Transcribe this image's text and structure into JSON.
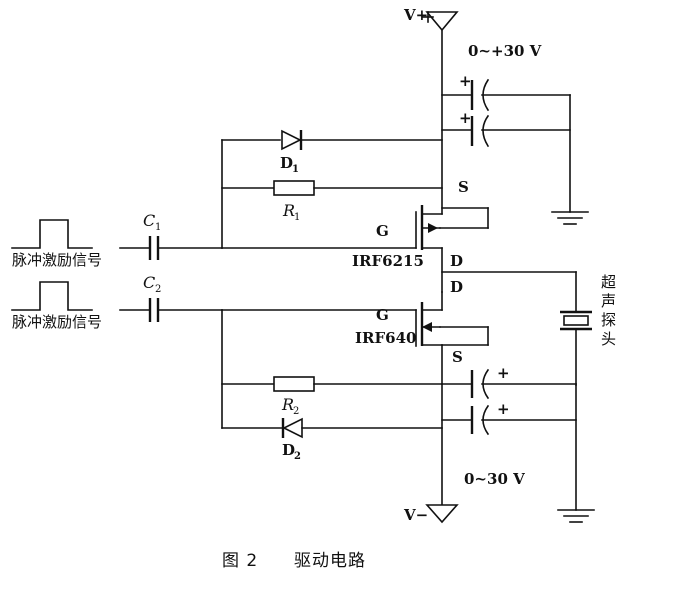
{
  "labels": {
    "v_plus": "V+",
    "v_minus": "V−",
    "supply_pos": "0~+30 V",
    "supply_neg": "0~30 V",
    "plus": "+",
    "d1": "D",
    "d1_sub": "1",
    "d2": "D",
    "d2_sub": "2",
    "r1": "R",
    "r1_sub": "1",
    "r2": "R",
    "r2_sub": "2",
    "c1": "C",
    "c1_sub": "1",
    "c2": "C",
    "c2_sub": "2",
    "gate": "G",
    "source": "S",
    "drain": "D",
    "q1": "IRF6215",
    "q2": "IRF640",
    "pulse_in": "脉冲激励信号",
    "probe": [
      "超",
      "声",
      "探",
      "头"
    ]
  },
  "caption": {
    "number": "图 2",
    "title": "驱动电路"
  }
}
